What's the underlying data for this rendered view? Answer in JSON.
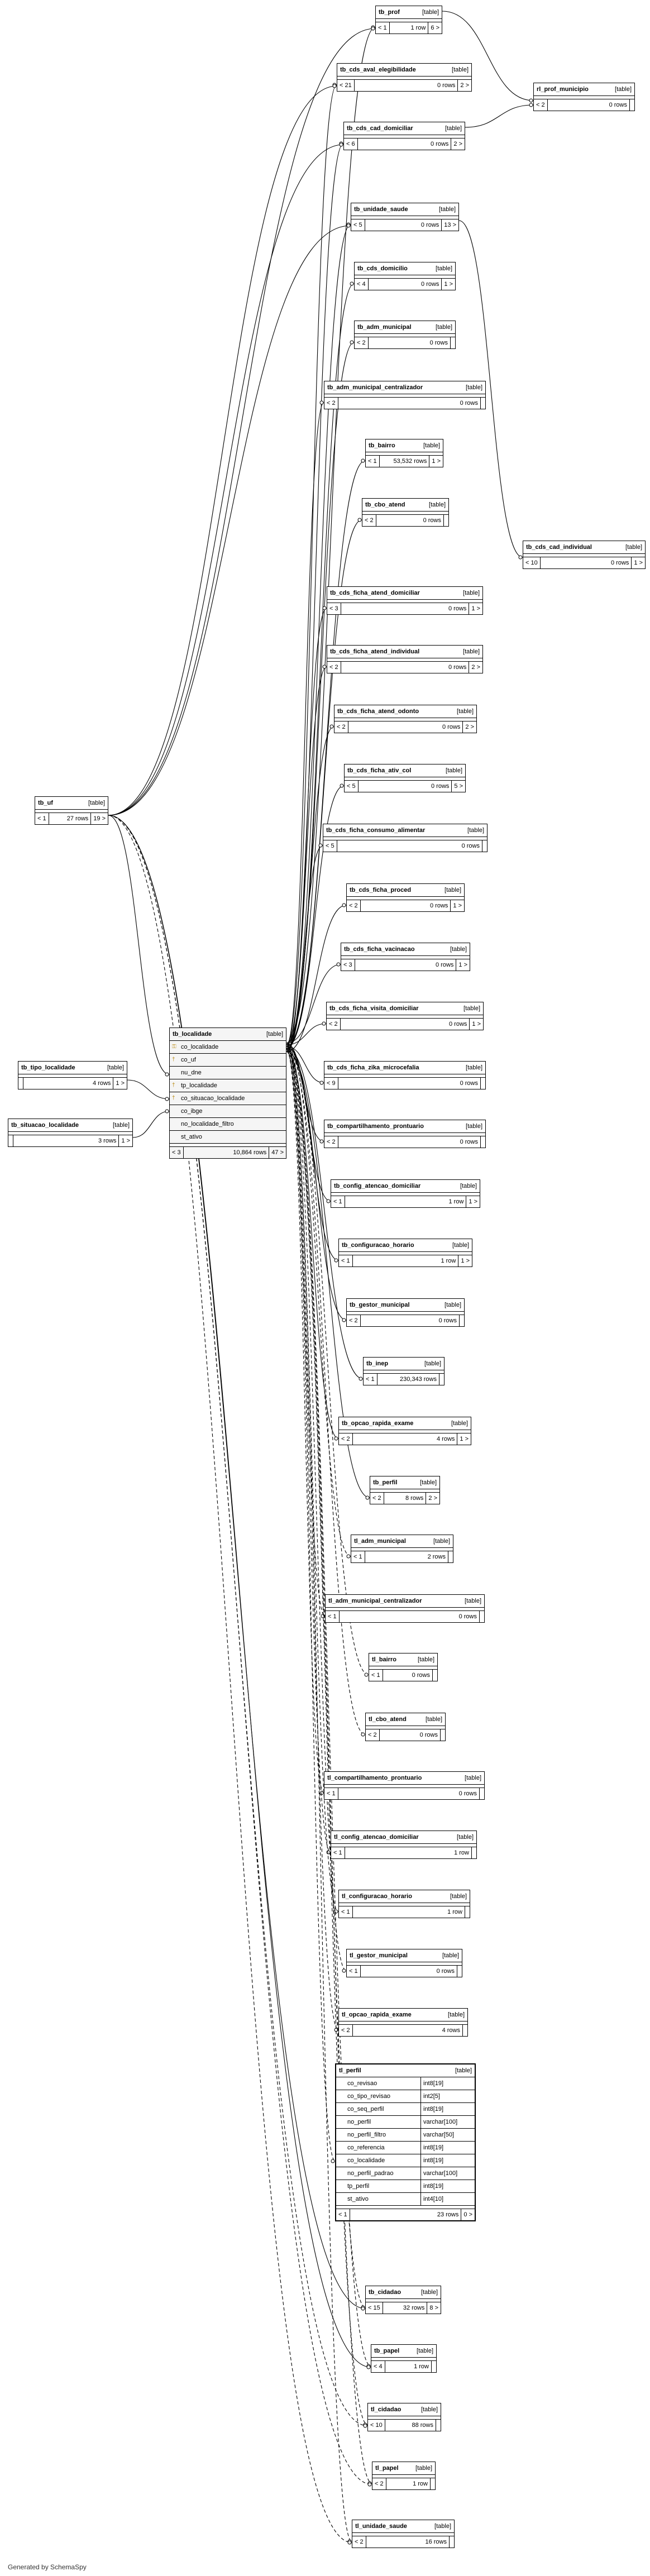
{
  "footer": "Generated by SchemaSpy",
  "tag": "[table]",
  "tables": [
    {
      "id": "tb_prof",
      "name": "tb_prof",
      "footer": [
        "< 1",
        "1 row",
        "6 >"
      ]
    },
    {
      "id": "tb_cds_aval_elegibilidade",
      "name": "tb_cds_aval_elegibilidade",
      "footer": [
        "< 21",
        "0 rows",
        "2 >"
      ]
    },
    {
      "id": "tb_cds_cad_domiciliar",
      "name": "tb_cds_cad_domiciliar",
      "footer": [
        "< 6",
        "0 rows",
        "2 >"
      ]
    },
    {
      "id": "rl_prof_municipio",
      "name": "rl_prof_municipio",
      "footer": [
        "< 2",
        "0 rows",
        ""
      ]
    },
    {
      "id": "tb_unidade_saude",
      "name": "tb_unidade_saude",
      "footer": [
        "< 5",
        "0 rows",
        "13 >"
      ]
    },
    {
      "id": "tb_cds_domicilio",
      "name": "tb_cds_domicilio",
      "footer": [
        "< 4",
        "0 rows",
        "1 >"
      ]
    },
    {
      "id": "tb_adm_municipal",
      "name": "tb_adm_municipal",
      "footer": [
        "< 2",
        "0 rows",
        ""
      ]
    },
    {
      "id": "tb_adm_municipal_centralizador",
      "name": "tb_adm_municipal_centralizador",
      "footer": [
        "< 2",
        "0 rows",
        ""
      ]
    },
    {
      "id": "tb_bairro",
      "name": "tb_bairro",
      "footer": [
        "< 1",
        "53,532 rows",
        "1 >"
      ]
    },
    {
      "id": "tb_cbo_atend",
      "name": "tb_cbo_atend",
      "footer": [
        "< 2",
        "0 rows",
        ""
      ]
    },
    {
      "id": "tb_cds_cad_individual",
      "name": "tb_cds_cad_individual",
      "footer": [
        "< 10",
        "0 rows",
        "1 >"
      ]
    },
    {
      "id": "tb_cds_ficha_atend_domiciliar",
      "name": "tb_cds_ficha_atend_domiciliar",
      "footer": [
        "< 3",
        "0 rows",
        "1 >"
      ]
    },
    {
      "id": "tb_cds_ficha_atend_individual",
      "name": "tb_cds_ficha_atend_individual",
      "footer": [
        "< 2",
        "0 rows",
        "2 >"
      ]
    },
    {
      "id": "tb_cds_ficha_atend_odonto",
      "name": "tb_cds_ficha_atend_odonto",
      "footer": [
        "< 2",
        "0 rows",
        "2 >"
      ]
    },
    {
      "id": "tb_cds_ficha_ativ_col",
      "name": "tb_cds_ficha_ativ_col",
      "footer": [
        "< 5",
        "0 rows",
        "5 >"
      ]
    },
    {
      "id": "tb_uf",
      "name": "tb_uf",
      "footer": [
        "< 1",
        "27 rows",
        "19 >"
      ]
    },
    {
      "id": "tb_cds_ficha_consumo_alimentar",
      "name": "tb_cds_ficha_consumo_alimentar",
      "footer": [
        "< 5",
        "0 rows",
        ""
      ]
    },
    {
      "id": "tb_cds_ficha_proced",
      "name": "tb_cds_ficha_proced",
      "footer": [
        "< 2",
        "0 rows",
        "1 >"
      ]
    },
    {
      "id": "tb_cds_ficha_vacinacao",
      "name": "tb_cds_ficha_vacinacao",
      "footer": [
        "< 3",
        "0 rows",
        "1 >"
      ]
    },
    {
      "id": "tb_cds_ficha_visita_domiciliar",
      "name": "tb_cds_ficha_visita_domiciliar",
      "footer": [
        "< 2",
        "0 rows",
        "1 >"
      ]
    },
    {
      "id": "tb_cds_ficha_zika_microcefalia",
      "name": "tb_cds_ficha_zika_microcefalia",
      "footer": [
        "< 9",
        "0 rows",
        ""
      ]
    },
    {
      "id": "tb_tipo_localidade",
      "name": "tb_tipo_localidade",
      "footer": [
        "",
        "4 rows",
        "1 >"
      ]
    },
    {
      "id": "tb_situacao_localidade",
      "name": "tb_situacao_localidade",
      "footer": [
        "",
        "3 rows",
        "1 >"
      ]
    },
    {
      "id": "tb_compartilhamento_prontuario",
      "name": "tb_compartilhamento_prontuario",
      "footer": [
        "< 2",
        "0 rows",
        ""
      ]
    },
    {
      "id": "tb_config_atencao_domiciliar",
      "name": "tb_config_atencao_domiciliar",
      "footer": [
        "< 1",
        "1 row",
        "1 >"
      ]
    },
    {
      "id": "tb_configuracao_horario",
      "name": "tb_configuracao_horario",
      "footer": [
        "< 1",
        "1 row",
        "1 >"
      ]
    },
    {
      "id": "tb_gestor_municipal",
      "name": "tb_gestor_municipal",
      "footer": [
        "< 2",
        "0 rows",
        ""
      ]
    },
    {
      "id": "tb_inep",
      "name": "tb_inep",
      "footer": [
        "< 1",
        "230,343 rows",
        ""
      ]
    },
    {
      "id": "tb_opcao_rapida_exame",
      "name": "tb_opcao_rapida_exame",
      "footer": [
        "< 2",
        "4 rows",
        "1 >"
      ]
    },
    {
      "id": "tb_perfil",
      "name": "tb_perfil",
      "footer": [
        "< 2",
        "8 rows",
        "2 >"
      ]
    },
    {
      "id": "tl_adm_municipal",
      "name": "tl_adm_municipal",
      "footer": [
        "< 1",
        "2 rows",
        ""
      ]
    },
    {
      "id": "tl_adm_municipal_centralizador",
      "name": "tl_adm_municipal_centralizador",
      "footer": [
        "< 1",
        "0 rows",
        ""
      ]
    },
    {
      "id": "tl_bairro",
      "name": "tl_bairro",
      "footer": [
        "< 1",
        "0 rows",
        ""
      ]
    },
    {
      "id": "tl_cbo_atend",
      "name": "tl_cbo_atend",
      "footer": [
        "< 2",
        "0 rows",
        ""
      ]
    },
    {
      "id": "tl_compartilhamento_prontuario",
      "name": "tl_compartilhamento_prontuario",
      "footer": [
        "< 1",
        "0 rows",
        ""
      ]
    },
    {
      "id": "tl_config_atencao_domiciliar",
      "name": "tl_config_atencao_domiciliar",
      "footer": [
        "< 1",
        "1 row",
        ""
      ]
    },
    {
      "id": "tl_configuracao_horario",
      "name": "tl_configuracao_horario",
      "footer": [
        "< 1",
        "1 row",
        ""
      ]
    },
    {
      "id": "tl_gestor_municipal",
      "name": "tl_gestor_municipal",
      "footer": [
        "< 1",
        "0 rows",
        ""
      ]
    },
    {
      "id": "tl_opcao_rapida_exame",
      "name": "tl_opcao_rapida_exame",
      "footer": [
        "< 2",
        "4 rows",
        ""
      ]
    },
    {
      "id": "tb_cidadao",
      "name": "tb_cidadao",
      "footer": [
        "< 15",
        "32 rows",
        "8 >"
      ]
    },
    {
      "id": "tb_papel",
      "name": "tb_papel",
      "footer": [
        "< 4",
        "1 row",
        ""
      ]
    },
    {
      "id": "tl_cidadao",
      "name": "tl_cidadao",
      "footer": [
        "< 10",
        "88 rows",
        ""
      ]
    },
    {
      "id": "tl_papel",
      "name": "tl_papel",
      "footer": [
        "< 2",
        "1 row",
        ""
      ]
    },
    {
      "id": "tl_unidade_saude",
      "name": "tl_unidade_saude",
      "footer": [
        "< 2",
        "16 rows",
        ""
      ]
    }
  ],
  "tb_localidade": {
    "name": "tb_localidade",
    "columns": [
      {
        "key": "pk",
        "name": "co_localidade"
      },
      {
        "key": "fk",
        "name": "co_uf"
      },
      {
        "key": "",
        "name": "nu_dne"
      },
      {
        "key": "fk",
        "name": "tp_localidade"
      },
      {
        "key": "fk",
        "name": "co_situacao_localidade"
      },
      {
        "key": "",
        "name": "co_ibge"
      },
      {
        "key": "",
        "name": "no_localidade_filtro"
      },
      {
        "key": "",
        "name": "st_ativo"
      }
    ],
    "footer": [
      "< 3",
      "10,864 rows",
      "47 >"
    ]
  },
  "tl_perfil": {
    "name": "tl_perfil",
    "columns": [
      {
        "name": "co_revisao",
        "type": "int8[19]"
      },
      {
        "name": "co_tipo_revisao",
        "type": "int2[5]"
      },
      {
        "name": "co_seq_perfil",
        "type": "int8[19]"
      },
      {
        "name": "no_perfil",
        "type": "varchar[100]"
      },
      {
        "name": "no_perfil_filtro",
        "type": "varchar[50]"
      },
      {
        "name": "co_referencia",
        "type": "int8[19]"
      },
      {
        "name": "co_localidade",
        "type": "int8[19]"
      },
      {
        "name": "no_perfil_padrao",
        "type": "varchar[100]"
      },
      {
        "name": "tp_perfil",
        "type": "int8[19]"
      },
      {
        "name": "st_ativo",
        "type": "int4[10]"
      }
    ],
    "footer": [
      "< 1",
      "23 rows",
      "0 >"
    ]
  }
}
